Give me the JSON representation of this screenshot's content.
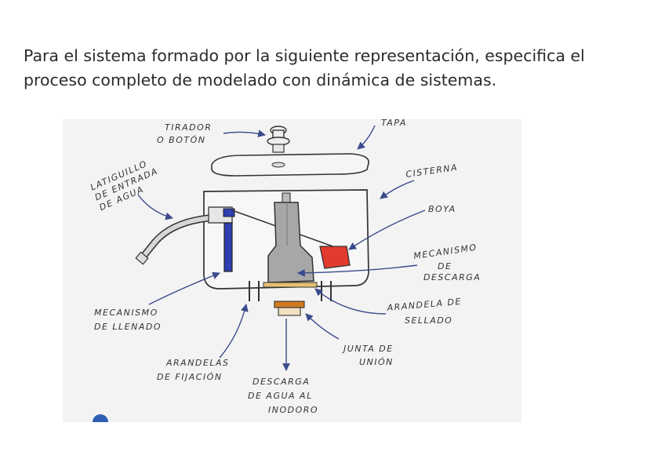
{
  "question": {
    "line1": "Para el sistema formado por la siguiente representación, especifica el",
    "line2": "proceso completo de modelado con dinámica de sistemas."
  },
  "labels": {
    "tirador": [
      "TIRADOR",
      "O BOTÓN"
    ],
    "tapa": [
      "TAPA"
    ],
    "latiguillo": [
      "LATIGUILLO",
      "DE ENTRADA",
      "DE AGUA"
    ],
    "cisterna": [
      "CISTERNA"
    ],
    "boya": [
      "BOYA"
    ],
    "mecanismo_descarga": [
      "MECANISMO",
      "DE",
      "DESCARGA"
    ],
    "mecanismo_llenado": [
      "MECANISMO",
      "DE LLENADO"
    ],
    "arandela_sellado": [
      "ARANDELA DE",
      "SELLADO"
    ],
    "junta_union": [
      "JUNTA DE",
      "UNIÓN"
    ],
    "arandelas_fijacion": [
      "ARANDELAS",
      "DE FIJACIÓN"
    ],
    "descarga_agua": [
      "DESCARGA",
      "DE AGUA AL",
      "INODORO"
    ]
  },
  "colors": {
    "arrow": "#3a4a8c",
    "float": "#e23b2e",
    "fill_valve": "#2f3fb0",
    "flush_valve": "#a7a7a7",
    "seal": "#e4c070",
    "union": "#d07a20"
  }
}
